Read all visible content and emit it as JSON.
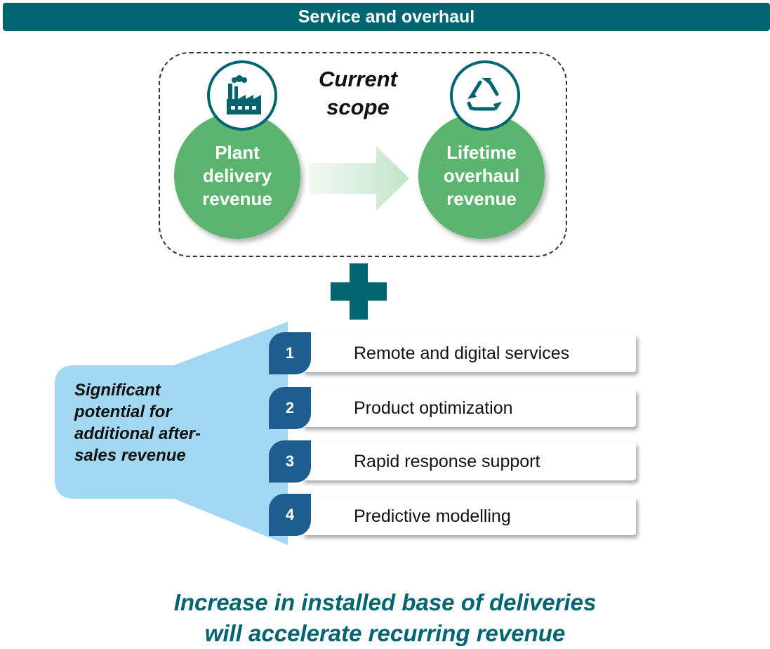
{
  "header": {
    "title": "Service and overhaul"
  },
  "scope": {
    "title_line1": "Current",
    "title_line2": "scope",
    "left": {
      "line1": "Plant",
      "line2": "delivery",
      "line3": "revenue",
      "icon": "factory-icon"
    },
    "right": {
      "line1": "Lifetime",
      "line2": "overhaul",
      "line3": "revenue",
      "icon": "recycle-icon"
    }
  },
  "callout": {
    "line1": "Significant",
    "line2": "potential for",
    "line3": "additional after-",
    "line4": "sales revenue"
  },
  "items": [
    {
      "number": "1",
      "label": "Remote and digital services"
    },
    {
      "number": "2",
      "label": "Product optimization"
    },
    {
      "number": "3",
      "label": "Rapid response support"
    },
    {
      "number": "4",
      "label": "Predictive modelling"
    }
  ],
  "conclusion": {
    "line1": "Increase in installed base of deliveries",
    "line2": "will accelerate recurring revenue"
  },
  "colors": {
    "teal": "#006570",
    "green": "#5cb56e",
    "light_blue": "#a3d8f3",
    "number_blue": "#1e5e8f"
  }
}
